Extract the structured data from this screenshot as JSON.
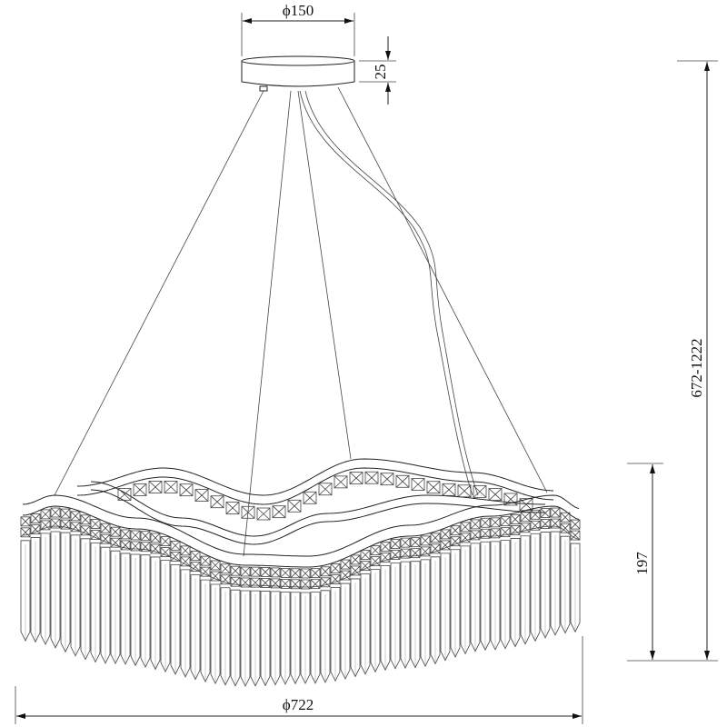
{
  "dimensions": {
    "canopy_diameter": "ϕ150",
    "canopy_height": "25",
    "total_height": "672-1222",
    "body_height": "197",
    "body_diameter": "ϕ722"
  },
  "colors": {
    "line": "#222222",
    "background": "#ffffff"
  }
}
